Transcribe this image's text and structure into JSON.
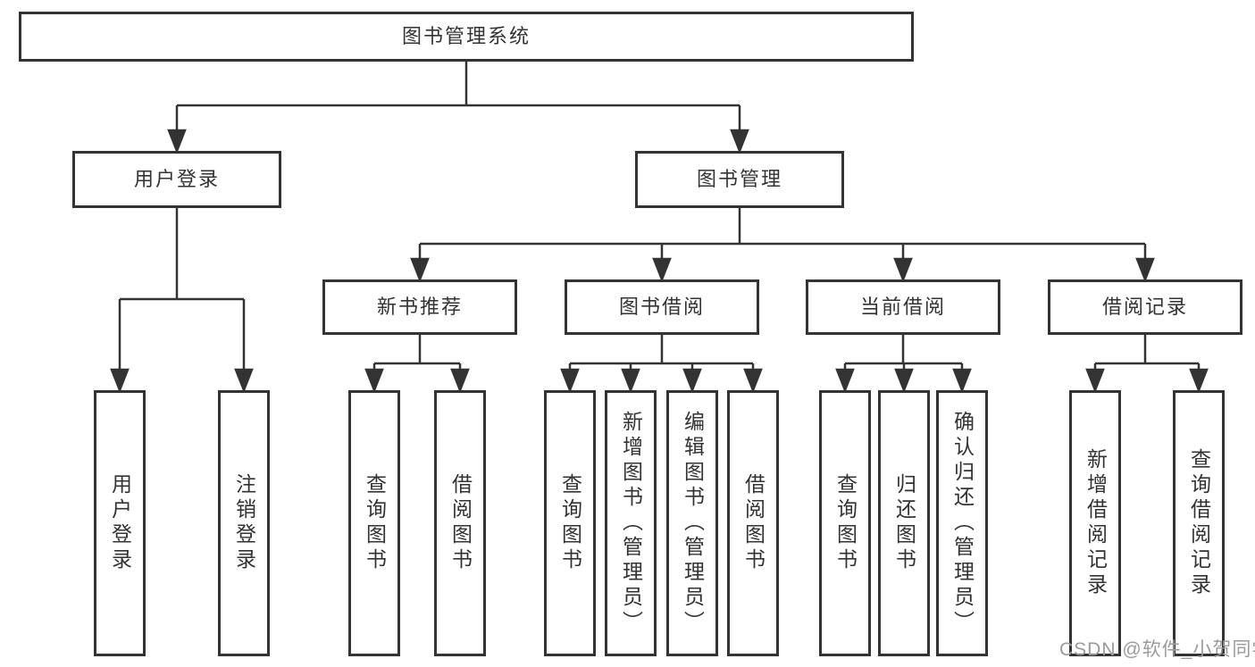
{
  "diagram_type": "hierarchy-tree",
  "colors": {
    "line": "#333333",
    "box_border": "#333333",
    "box_fill": "#ffffff",
    "text": "#333333",
    "watermark": "#9b9b9b",
    "background": "#ffffff"
  },
  "tree": {
    "root": {
      "label": "图书管理系统"
    },
    "level2": [
      {
        "label": "用户登录"
      },
      {
        "label": "图书管理"
      }
    ],
    "level3": [
      {
        "label": "新书推荐"
      },
      {
        "label": "图书借阅"
      },
      {
        "label": "当前借阅"
      },
      {
        "label": "借阅记录"
      }
    ],
    "leaves": {
      "user_login": [
        "用户登录",
        "注销登录"
      ],
      "new_book": [
        "查询图书",
        "借阅图书"
      ],
      "book_borrow": [
        "查询图书",
        "新增图书（管理员）",
        "编辑图书（管理员）",
        "借阅图书"
      ],
      "current_borrow": [
        "查询图书",
        "归还图书",
        "确认归还（管理员）"
      ],
      "borrow_record": [
        "新增借阅记录",
        "查询借阅记录"
      ]
    }
  },
  "watermark": "CSDN @软件_小贺同学"
}
